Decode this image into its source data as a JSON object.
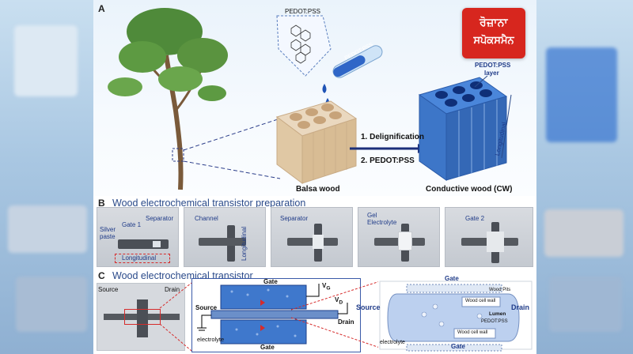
{
  "badge": {
    "line1": "ਰੋਜ਼ਾਨਾ",
    "line2": "ਸਪੋਕਸਮੈਨ"
  },
  "panelA": {
    "label": "A",
    "pedot_pss_structure": "PEDOT:PSS",
    "tube_label": "PEDOT:PSS",
    "step1": "1. Delignification",
    "step2": "2. PEDOT:PSS",
    "balsa_label": "Balsa wood",
    "cw_label": "Conductive wood (CW)",
    "layer_label_1": "PEDOT:PSS",
    "layer_label_2": "layer",
    "longitudinal": "Longitudinal"
  },
  "panelB": {
    "label": "B",
    "title": "Wood electrochemical transistor preparation",
    "p1": {
      "silver_1": "Silver",
      "silver_2": "paste",
      "gate1": "Gate 1",
      "separator": "Separator",
      "longitudinal": "Longitudinal"
    },
    "p2": {
      "channel": "Channel",
      "longitudinal": "Longitudinal"
    },
    "p3": {
      "separator": "Separator"
    },
    "p4": {
      "gel": "Gel",
      "electrolyte": "Electrolyte"
    },
    "p5": {
      "gate2": "Gate 2"
    }
  },
  "panelC": {
    "label": "C",
    "title": "Wood electrochemical transistor",
    "left": {
      "source": "Source",
      "drain": "Drain"
    },
    "mid": {
      "gate_top": "Gate",
      "vg": "V",
      "vg_sub": "G",
      "vd": "V",
      "vd_sub": "D",
      "source": "Source",
      "drain": "Drain",
      "electrolyte": "electrolyte",
      "gate_bottom": "Gate"
    },
    "right": {
      "gate_top": "Gate",
      "wood_pits": "Wood Pits",
      "wood_cell_wall_top": "Wood cell wall",
      "source": "Source",
      "drain": "Drain",
      "lumen": "Lumen",
      "pedot": "PEDOT:PSS",
      "wood_cell_wall_bottom": "Wood cell wall",
      "electrolyte": "electrolyte",
      "gate_bottom": "Gate"
    }
  },
  "colors": {
    "accent_blue": "#2a4a8a",
    "red_box": "#d62b2b",
    "cw_blue": "#3f7fd8",
    "balsa": "#e9d6bd",
    "badge": "#d7261e"
  }
}
